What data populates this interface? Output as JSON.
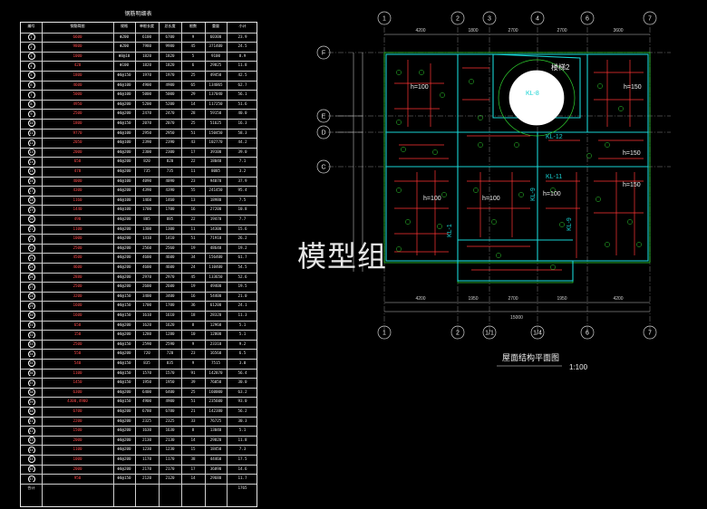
{
  "schedule": {
    "title": "钢筋明细表",
    "headers": [
      "编号",
      "钢筋简图",
      "规格",
      "单根长度",
      "总长度",
      "根数",
      "重量",
      "小计"
    ],
    "rows": [
      [
        "1",
        "6600",
        "Φ200",
        "6100",
        "6700",
        "9",
        "60300",
        "23.9"
      ],
      [
        "2",
        "9800",
        "Φ200",
        "7980",
        "9980",
        "45",
        "371400",
        "24.5"
      ],
      [
        "3",
        "1000",
        "Φ8@10",
        "1820",
        "1820",
        "5",
        "9100",
        "8.9"
      ],
      [
        "4",
        "420",
        "Φ100",
        "1820",
        "1820",
        "6",
        "29825",
        "11.8"
      ],
      [
        "5",
        "1800",
        "Φ8@150",
        "1970",
        "1970",
        "25",
        "49450",
        "42.5"
      ],
      [
        "6",
        "4600",
        "Φ8@100",
        "4900",
        "4900",
        "65",
        "134065",
        "62.7"
      ],
      [
        "7",
        "5000",
        "Φ8@100",
        "5000",
        "5000",
        "29",
        "137040",
        "56.1"
      ],
      [
        "8",
        "4950",
        "Φ8@200",
        "5200",
        "5200",
        "14",
        "117250",
        "51.6"
      ],
      [
        "9",
        "2500",
        "Φ8@200",
        "2470",
        "2470",
        "28",
        "59150",
        "40.0"
      ],
      [
        "10",
        "1800",
        "Φ8@150",
        "2070",
        "2070",
        "25",
        "51625",
        "16.3"
      ],
      [
        "11",
        "9770",
        "Φ8@100",
        "2950",
        "2950",
        "51",
        "150450",
        "58.3"
      ],
      [
        "12",
        "2050",
        "Φ8@100",
        "2390",
        "2390",
        "43",
        "102770",
        "44.2"
      ],
      [
        "13",
        "2000",
        "Φ8@200",
        "2300",
        "2300",
        "17",
        "39100",
        "39.0"
      ],
      [
        "14",
        "650",
        "Φ8@200",
        "820",
        "820",
        "22",
        "18040",
        "7.1"
      ],
      [
        "15",
        "470",
        "Φ8@200",
        "735",
        "735",
        "11",
        "8085",
        "3.2"
      ],
      [
        "16",
        "4000",
        "Φ8@100",
        "4090",
        "4090",
        "23",
        "94070",
        "37.9"
      ],
      [
        "17",
        "4300",
        "Φ8@200",
        "4390",
        "4390",
        "55",
        "241450",
        "95.4"
      ],
      [
        "18",
        "1160",
        "Φ8@100",
        "1460",
        "1460",
        "13",
        "18980",
        "7.5"
      ],
      [
        "19",
        "1440",
        "Φ8@100",
        "1700",
        "1700",
        "16",
        "27200",
        "10.8"
      ],
      [
        "20",
        "490",
        "Φ8@200",
        "885",
        "885",
        "22",
        "19470",
        "7.7"
      ],
      [
        "21",
        "1100",
        "Φ8@200",
        "1300",
        "1300",
        "11",
        "14300",
        "15.6"
      ],
      [
        "22",
        "1000",
        "Φ8@200",
        "1410",
        "1410",
        "51",
        "71910",
        "26.2"
      ],
      [
        "23",
        "2500",
        "Φ8@200",
        "2560",
        "2560",
        "19",
        "48640",
        "19.2"
      ],
      [
        "24",
        "4500",
        "Φ8@200",
        "4600",
        "4600",
        "34",
        "156400",
        "61.7"
      ],
      [
        "25",
        "4600",
        "Φ8@200",
        "4600",
        "4600",
        "24",
        "110400",
        "54.5"
      ],
      [
        "26",
        "2880",
        "Φ8@200",
        "2970",
        "2970",
        "45",
        "133650",
        "52.6"
      ],
      [
        "27",
        "2500",
        "Φ8@200",
        "2600",
        "2600",
        "19",
        "49400",
        "19.5"
      ],
      [
        "28",
        "3200",
        "Φ8@150",
        "3400",
        "3400",
        "16",
        "54400",
        "21.0"
      ],
      [
        "29",
        "1600",
        "Φ8@150",
        "1700",
        "1700",
        "36",
        "61200",
        "24.1"
      ],
      [
        "30",
        "1600",
        "Φ8@150",
        "1610",
        "1610",
        "18",
        "28320",
        "11.3"
      ],
      [
        "31",
        "650",
        "Φ8@200",
        "1620",
        "1620",
        "8",
        "12960",
        "5.1"
      ],
      [
        "32",
        "150",
        "Φ8@200",
        "1280",
        "1280",
        "10",
        "12800",
        "5.1"
      ],
      [
        "33",
        "2500",
        "Φ8@150",
        "2590",
        "2590",
        "9",
        "23310",
        "9.2"
      ],
      [
        "34",
        "550",
        "Φ8@200",
        "720",
        "720",
        "23",
        "16560",
        "6.5"
      ],
      [
        "35",
        "540",
        "Φ8@150",
        "835",
        "835",
        "9",
        "7515",
        "3.0"
      ],
      [
        "36",
        "1100",
        "Φ8@150",
        "1570",
        "1570",
        "91",
        "142870",
        "56.4"
      ],
      [
        "37",
        "1450",
        "Φ8@150",
        "1950",
        "1950",
        "39",
        "76050",
        "30.0"
      ],
      [
        "38",
        "6300",
        "Φ8@200",
        "6400",
        "6400",
        "25",
        "160000",
        "63.2"
      ],
      [
        "39",
        "4300,4900",
        "Φ8@150",
        "4900",
        "4900",
        "51",
        "235600",
        "93.0"
      ],
      [
        "40",
        "6700",
        "Φ8@200",
        "6780",
        "6780",
        "21",
        "142380",
        "56.2"
      ],
      [
        "41",
        "2200",
        "Φ8@200",
        "2325",
        "2325",
        "33",
        "76725",
        "30.3"
      ],
      [
        "42",
        "1500",
        "Φ8@200",
        "1630",
        "1630",
        "8",
        "13040",
        "5.1"
      ],
      [
        "43",
        "2000",
        "Φ8@200",
        "2130",
        "2130",
        "14",
        "29820",
        "11.8"
      ],
      [
        "44",
        "1100",
        "Φ8@200",
        "1230",
        "1230",
        "15",
        "18450",
        "7.3"
      ],
      [
        "45",
        "1000",
        "Φ8@200",
        "1170",
        "1170",
        "38",
        "44460",
        "17.5"
      ],
      [
        "46",
        "2000",
        "Φ8@200",
        "2170",
        "2170",
        "17",
        "36890",
        "14.6"
      ],
      [
        "47",
        "950",
        "Φ8@150",
        "2120",
        "2120",
        "14",
        "29680",
        "11.7"
      ]
    ],
    "total_label": "合计",
    "total_value": "1765"
  },
  "plan": {
    "title": "屋面结构平面图",
    "scale": "1:100",
    "watermark": "模型组",
    "axes_top": [
      "1",
      "2",
      "3",
      "4",
      "6",
      "7"
    ],
    "axes_bottom": [
      "1",
      "2",
      "1/1",
      "1/4",
      "6",
      "7"
    ],
    "axes_left": [
      "F",
      "E",
      "D",
      "C"
    ],
    "dims_top": [
      "4200",
      "1800",
      "2700",
      "2700",
      "3600"
    ],
    "dims_bottom": [
      "4200",
      "1950",
      "2700",
      "1950",
      "4200"
    ],
    "dim_overall": "15000",
    "beam_labels": [
      "KL-8",
      "KL-12",
      "KL-11",
      "KL-1",
      "KL-9",
      "KL-9"
    ],
    "slab_labels": [
      "h=100",
      "h=100",
      "h=100",
      "h=100",
      "h=150",
      "h=150",
      "h=150"
    ],
    "stair_label": "楼梯2",
    "colors": {
      "beam": "#18d3d3",
      "rebar": "#ff3333",
      "slab_line": "#2fd12f",
      "grid": "#9a9a9a",
      "text": "#f0f0f0"
    }
  }
}
